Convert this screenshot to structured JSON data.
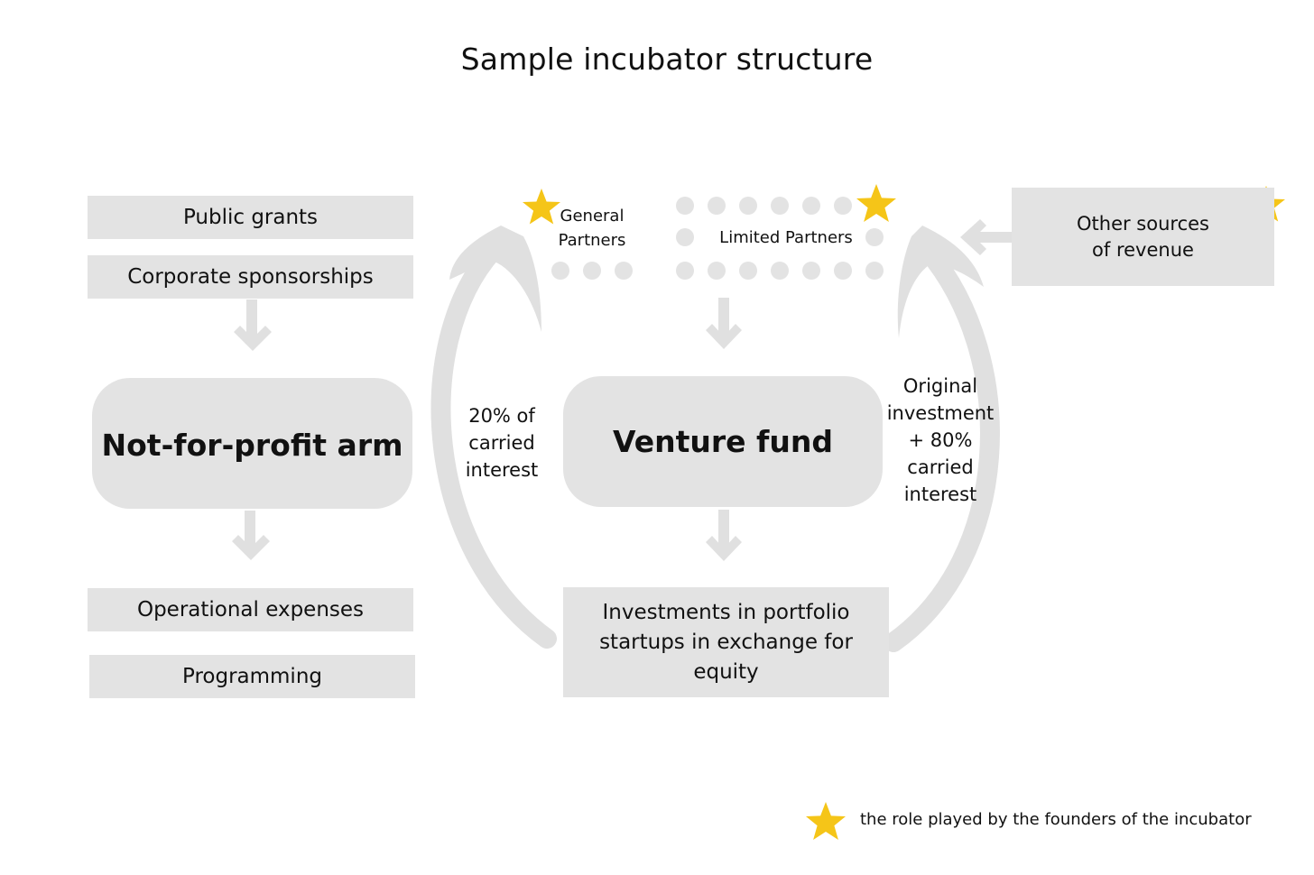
{
  "title": "Sample incubator structure",
  "nodes": {
    "public_grants": "Public grants",
    "corporate_sponsorships": "Corporate sponsorships",
    "nonprofit_arm": "Not-for-profit arm",
    "operational_expenses": "Operational expenses",
    "programming": "Programming",
    "venture_fund": "Venture fund",
    "investments": "Investments in portfolio startups in exchange for equity",
    "other_revenue": "Other sources of revenue"
  },
  "partners": {
    "general_line1": "General",
    "general_line2": "Partners",
    "limited": "Limited Partners"
  },
  "flows": {
    "carried_20_line1": "20% of",
    "carried_20_line2": "carried",
    "carried_20_line3": "interest",
    "original_line1": "Original",
    "original_line2": "investment",
    "original_line3": "+ 80%",
    "original_line4": "carried",
    "original_line5": "interest"
  },
  "legend": {
    "text": "the role played by the founders of the incubator"
  },
  "colors": {
    "box": "#e3e3e3",
    "arrow": "#e0e0e0",
    "star": "#f5c518",
    "dot": "#e3e3e3",
    "text": "#111111"
  }
}
